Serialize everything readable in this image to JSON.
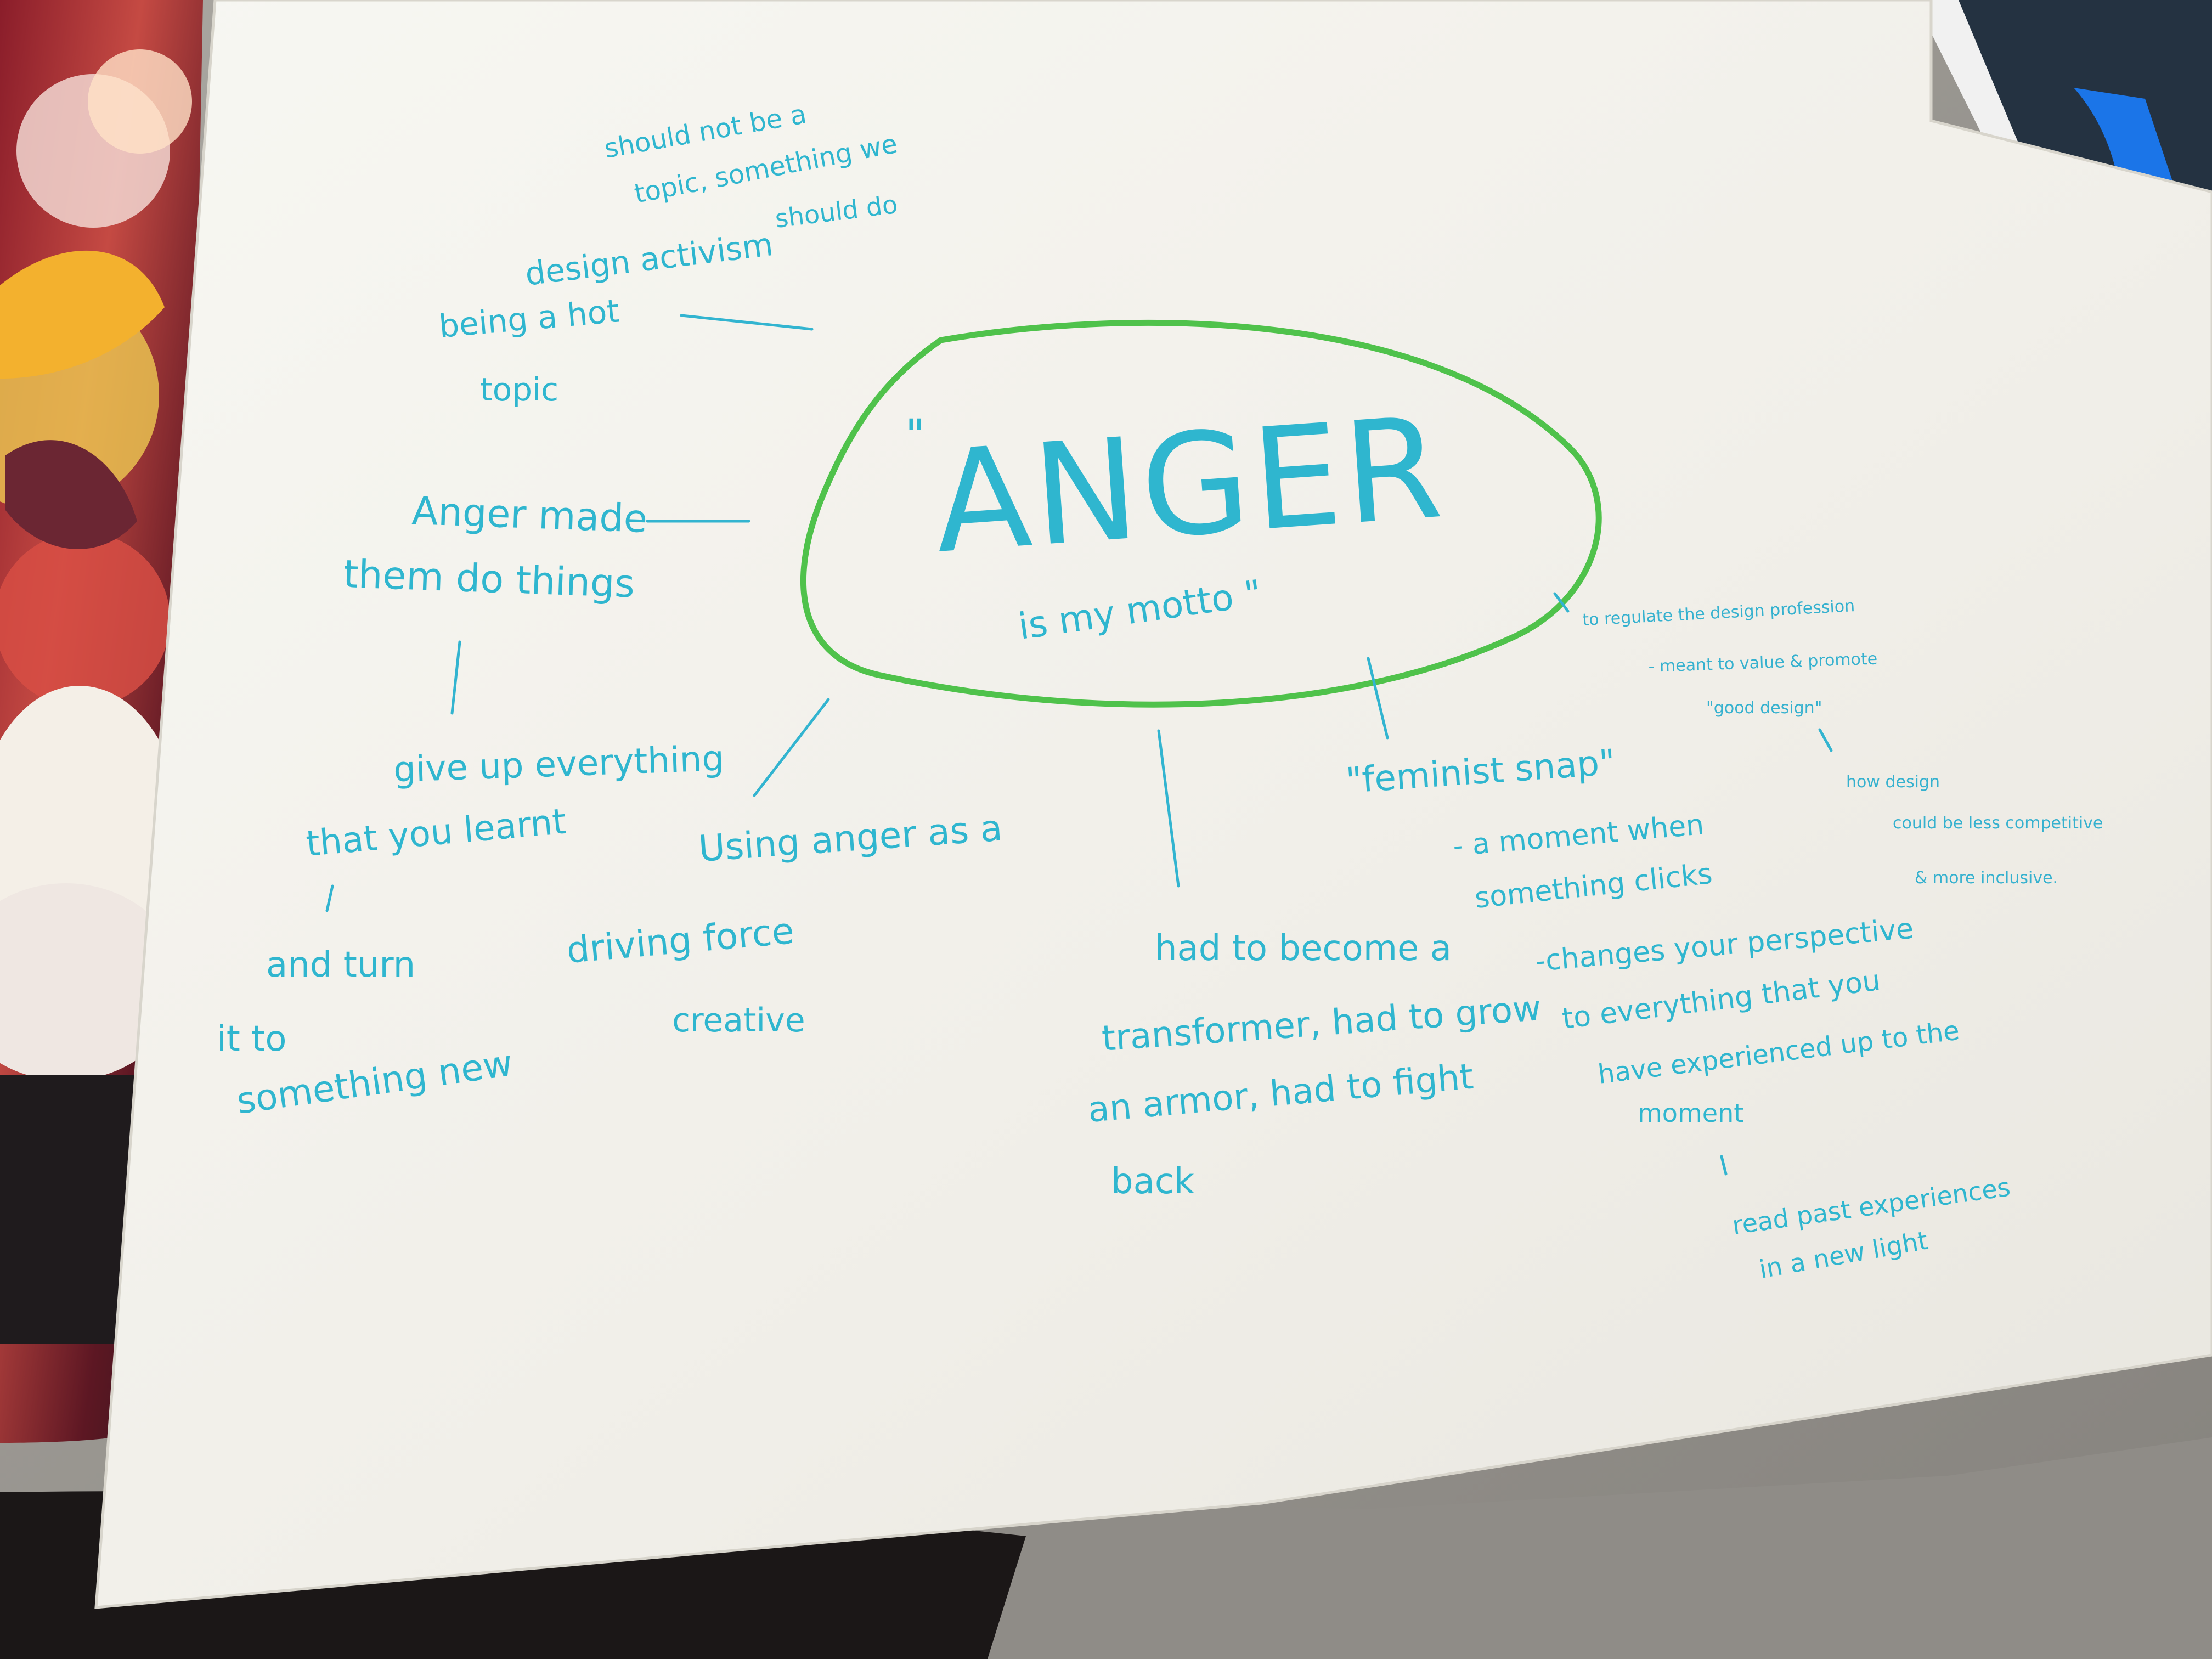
{
  "poster": {
    "center_quote_open": "\"",
    "center_word": "ANGER",
    "center_tail": "is my motto \"",
    "notes": {
      "top_1": "should not be a",
      "top_2": "topic, something we",
      "top_3": "should do",
      "design_activism": "design activism",
      "hot_topic_1": "being a hot",
      "hot_topic_2": "topic",
      "made_them_1": "Anger made",
      "made_them_2": "them do things",
      "give_up_1": "give up everything",
      "give_up_2": "that you learnt",
      "turn_1": "and turn",
      "turn_2": "it to",
      "turn_3": "something new",
      "using_1": "Using anger as a",
      "using_2": "driving force",
      "using_3": "creative",
      "transformer_1": "had to become a",
      "transformer_2": "transformer, had to grow",
      "transformer_3": "an armor, had to fight",
      "transformer_4": "back",
      "feminist_1": "\"feminist snap\"",
      "feminist_2": "- a moment when",
      "feminist_3": "something clicks",
      "perspective_1": "-changes your perspective",
      "perspective_2": "to everything that you",
      "perspective_3": "have experienced up to the",
      "perspective_4": "moment",
      "reread_1": "read past experiences",
      "reread_2": "in a new light",
      "regulate_1": "to regulate the design profession",
      "regulate_2": "- meant to value & promote",
      "regulate_3": "\"good design\"",
      "inclusive_1": "how design",
      "inclusive_2": "could be less competitive",
      "inclusive_3": "& more inclusive."
    },
    "colors": {
      "marker_blue": "#2fb6cf",
      "marker_green": "#4fc24b",
      "paper": "#f2f0ea",
      "desk": "#9a9690"
    }
  }
}
